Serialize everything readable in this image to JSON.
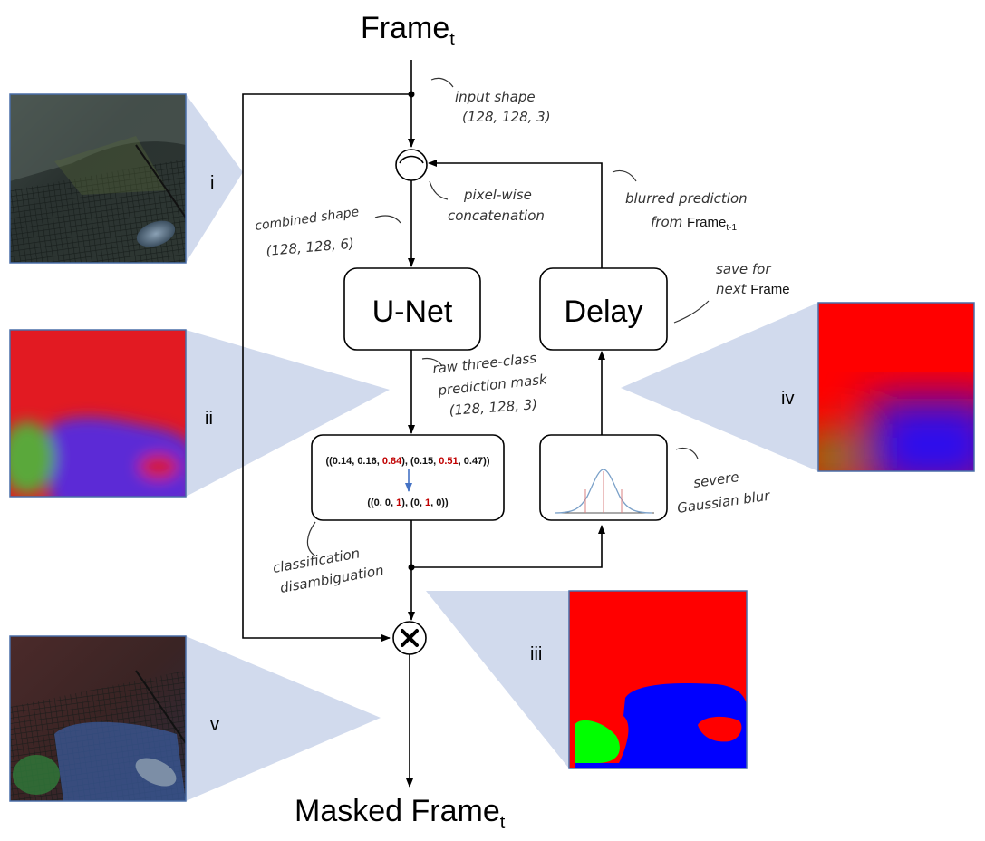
{
  "title": {
    "main": "Frame",
    "sub": "t"
  },
  "output": {
    "main": "Masked Frame",
    "sub": "t"
  },
  "blocks": {
    "unet": "U-Net",
    "delay": "Delay"
  },
  "annotations": {
    "input_shape_1": "input shape",
    "input_shape_2": "(128, 128, 3)",
    "concat_1": "pixel-wise",
    "concat_2": "concatenation",
    "combined_1": "combined shape",
    "combined_2": "(128, 128, 6)",
    "blurred_1": "blurred prediction",
    "blurred_2_pre": "from ",
    "blurred_2_frame": "Frame",
    "blurred_2_sub": "t-1",
    "save_1": "save for",
    "save_2_pre": "next ",
    "save_2_frame": "Frame",
    "raw_1": "raw three-class",
    "raw_2": "prediction mask",
    "raw_3": "(128, 128, 3)",
    "blur_1": "severe",
    "blur_2": "Gaussian blur",
    "disamb_1": "classification",
    "disamb_2": "disambiguation"
  },
  "disambiguation_box": {
    "before": [
      {
        "text": "((0.14, 0.16, ",
        "color": "#111111"
      },
      {
        "text": "0.84",
        "color": "#c00000"
      },
      {
        "text": "), (0.15, ",
        "color": "#111111"
      },
      {
        "text": "0.51",
        "color": "#c00000"
      },
      {
        "text": ", 0.47))",
        "color": "#111111"
      }
    ],
    "after": [
      {
        "text": "((0, 0, ",
        "color": "#111111"
      },
      {
        "text": "1",
        "color": "#c00000"
      },
      {
        "text": "), (0, ",
        "color": "#111111"
      },
      {
        "text": "1",
        "color": "#c00000"
      },
      {
        "text": ", 0))",
        "color": "#111111"
      }
    ]
  },
  "image_labels": {
    "i": "i",
    "ii": "ii",
    "iii": "iii",
    "iv": "iv",
    "v": "v"
  },
  "colors": {
    "class_red": "#ff0000",
    "class_green": "#00ff00",
    "class_blue": "#0000ff",
    "callout": "#c9d3ea",
    "image_border": "#4a6ea8",
    "highlight_red": "#c00000",
    "arrow_blue": "#4472c4"
  }
}
